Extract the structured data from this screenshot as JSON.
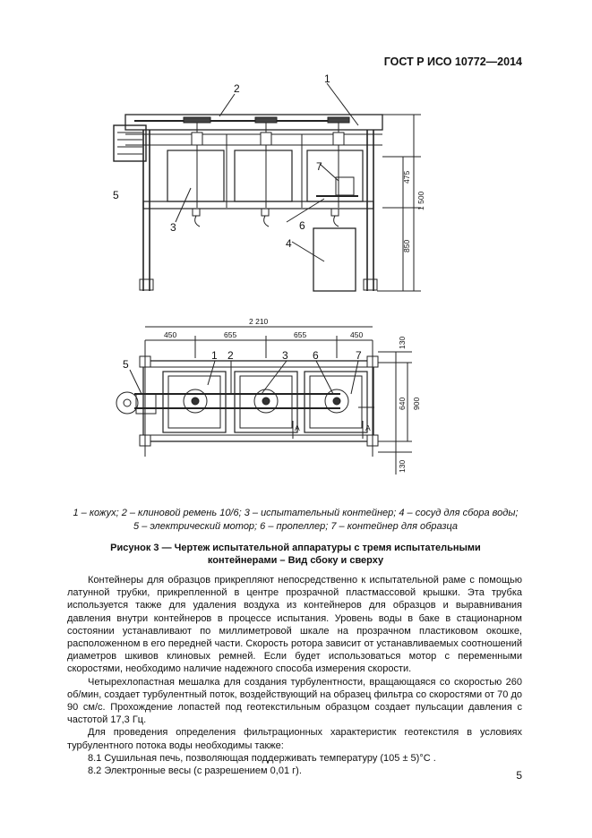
{
  "header": {
    "standard": "ГОСТ Р ИСО 10772—2014"
  },
  "figure": {
    "callouts_side": [
      "1",
      "2",
      "3",
      "4",
      "5",
      "6",
      "7"
    ],
    "callouts_top": [
      "1",
      "2",
      "3",
      "5",
      "6",
      "7"
    ],
    "dims_side": [
      "475",
      "1 500",
      "850"
    ],
    "dims_top_overall": "2 210",
    "dims_top": [
      "450",
      "655",
      "655",
      "450"
    ],
    "dims_right": [
      "130",
      "640",
      "900",
      "130"
    ],
    "section_marks": [
      "A",
      "A"
    ]
  },
  "legend": {
    "line1": "1 – кожух; 2 – клиновой ремень 10/6; 3 – испытательный контейнер; 4 – сосуд для сбора воды;",
    "line2": "5 – электрический мотор; 6 – пропеллер; 7 – контейнер для образца"
  },
  "caption": {
    "line1": "Рисунок 3 — Чертеж испытательной аппаратуры с тремя испытательными",
    "line2": "контейнерами – Вид сбоку и сверху"
  },
  "body": {
    "p1": "Контейнеры для образцов прикрепляют непосредственно к испытательной раме с помощью латунной трубки, прикрепленной в центре прозрачной пластмассовой крышки. Эта трубка используется также для удаления воздуха из контейнеров для образцов и выравнивания давления внутри контейнеров в процессе испытания. Уровень воды в баке в стационарном состоянии устанавливают по миллиметровой шкале на прозрачном пластиковом окошке, расположенном в его передней части. Скорость ротора зависит от устанавливаемых соотношений диаметров шкивов клиновых ремней. Если будет использоваться мотор с переменными скоростями, необходимо наличие надежного способа измерения скорости.",
    "p2": "Четырехлопастная мешалка для создания турбулентности, вращающаяся со скоростью 260 об/мин, создает турбулентный поток, воздействующий на образец фильтра со скоростями от 70 до 90 см/с. Прохождение лопастей под геотекстильным образцом создает пульсации давления  с частотой 17,3 Гц.",
    "p3": "Для проведения определения фильтрационных характеристик геотекстиля в условиях турбулентного потока воды необходимы также:",
    "i1": "8.1 Сушильная печь, позволяющая поддерживать температуру (105 ± 5)°С .",
    "i2": "8.2 Электронные весы (с разрешением 0,01 г)."
  },
  "page_number": "5"
}
